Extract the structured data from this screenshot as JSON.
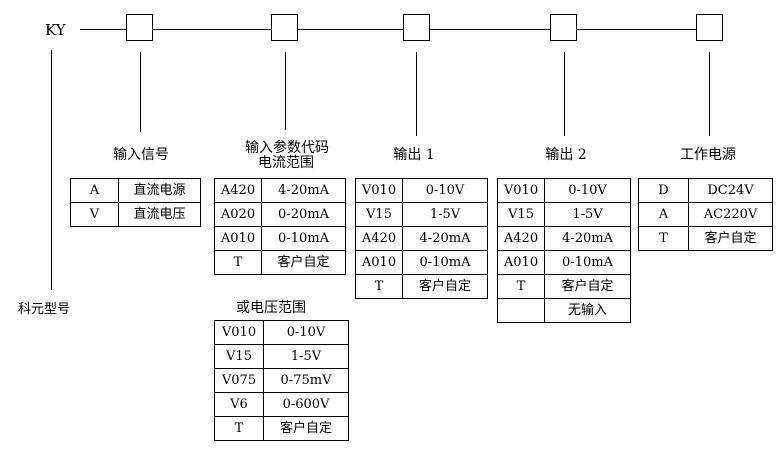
{
  "model": {
    "prefix": "KY",
    "caption": "科元型号"
  },
  "groups": [
    {
      "id": "input-signal",
      "title": "输入信号",
      "subtitle": "",
      "rows": [
        [
          "A",
          "直流电源"
        ],
        [
          "V",
          "直流电压"
        ]
      ]
    },
    {
      "id": "input-param",
      "title": "输入参数代码",
      "subtitle": "电流范围",
      "rows": [
        [
          "A420",
          "4-20mA"
        ],
        [
          "A020",
          "0-20mA"
        ],
        [
          "A010",
          "0-10mA"
        ],
        [
          "T",
          "客户自定"
        ]
      ],
      "alt_title": "或电压范围",
      "alt_rows": [
        [
          "V010",
          "0-10V"
        ],
        [
          "V15",
          "1-5V"
        ],
        [
          "V075",
          "0-75mV"
        ],
        [
          "V6",
          "0-600V"
        ],
        [
          "T",
          "客户自定"
        ]
      ]
    },
    {
      "id": "output-1",
      "title": "输出 1",
      "subtitle": "",
      "rows": [
        [
          "V010",
          "0-10V"
        ],
        [
          "V15",
          "1-5V"
        ],
        [
          "A420",
          "4-20mA"
        ],
        [
          "A010",
          "0-10mA"
        ],
        [
          "T",
          "客户自定"
        ]
      ]
    },
    {
      "id": "output-2",
      "title": "输出 2",
      "subtitle": "",
      "rows": [
        [
          "V010",
          "0-10V"
        ],
        [
          "V15",
          "1-5V"
        ],
        [
          "A420",
          "4-20mA"
        ],
        [
          "A010",
          "0-10mA"
        ],
        [
          "T",
          "客户自定"
        ],
        [
          "",
          "无输入"
        ]
      ]
    },
    {
      "id": "power-supply",
      "title": "工作电源",
      "subtitle": "",
      "rows": [
        [
          "D",
          "DC24V"
        ],
        [
          "A",
          "AC220V"
        ],
        [
          "T",
          "客户自定"
        ]
      ]
    }
  ]
}
